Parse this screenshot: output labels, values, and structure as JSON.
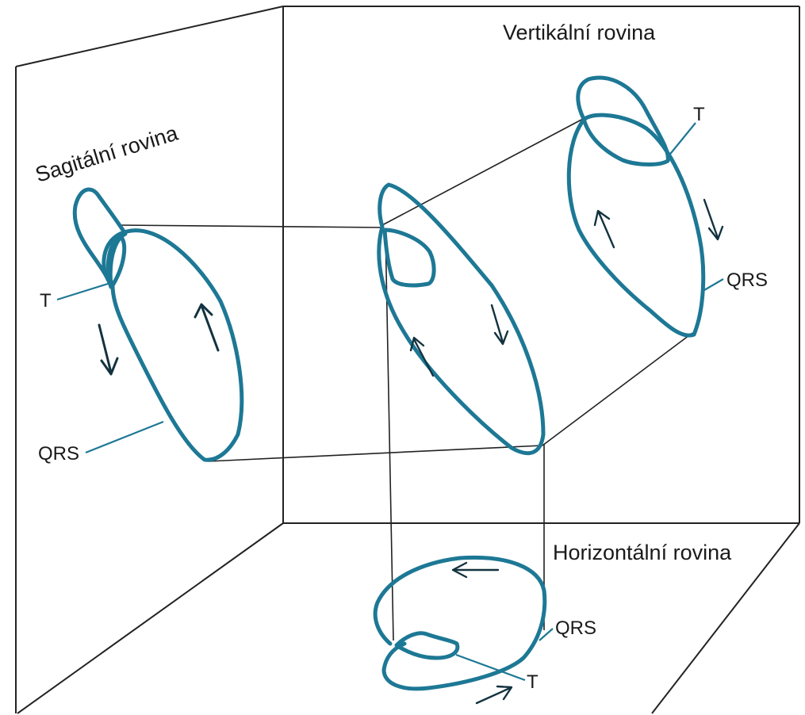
{
  "planes": {
    "sagittal": "Sagitální rovina",
    "vertical": "Vertikální rovina",
    "horizontal": "Horizontální rovina"
  },
  "labels": {
    "sagittal_t": "T",
    "sagittal_qrs": "QRS",
    "vertical_t": "T",
    "vertical_qrs": "QRS",
    "horizontal_t": "T",
    "horizontal_qrs": "QRS"
  },
  "colors": {
    "loop": "#1d7895",
    "arrow": "#13323f",
    "edges": "#222222"
  }
}
